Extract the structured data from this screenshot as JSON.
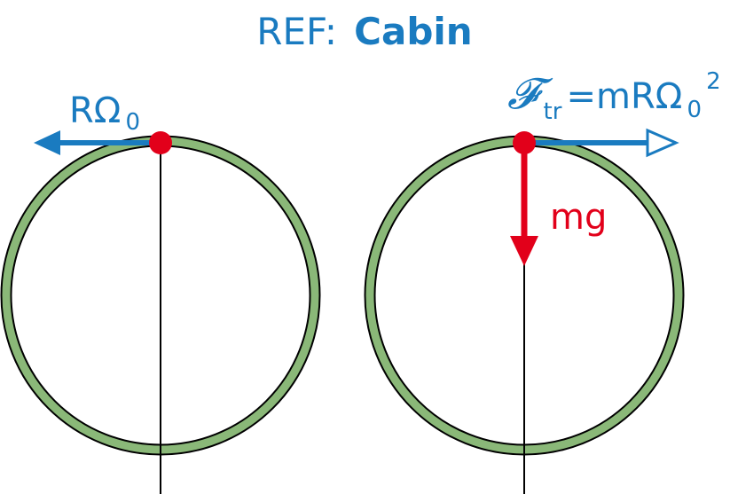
{
  "title": {
    "prefix": "REF:",
    "main": "Cabin"
  },
  "left_panel": {
    "velocity_label": {
      "base": "RΩ",
      "subscript": "0"
    }
  },
  "right_panel": {
    "inertial_force_label": {
      "symbol": "𝓕",
      "symbol_subscript": "tr",
      "expression": "=mRΩ",
      "expression_subscript": "0",
      "expression_superscript": "2"
    },
    "gravity_label": "mg"
  },
  "colors": {
    "title": "#1a7bc0",
    "velocity_arrow": "#1a7bc0",
    "force_arrow": "#1a7bc0",
    "gravity_arrow": "#e2001a",
    "point_mass": "#e2001a",
    "wheel_fill": "#8ab878",
    "wheel_outline": "#000000",
    "radius_line": "#000000"
  }
}
